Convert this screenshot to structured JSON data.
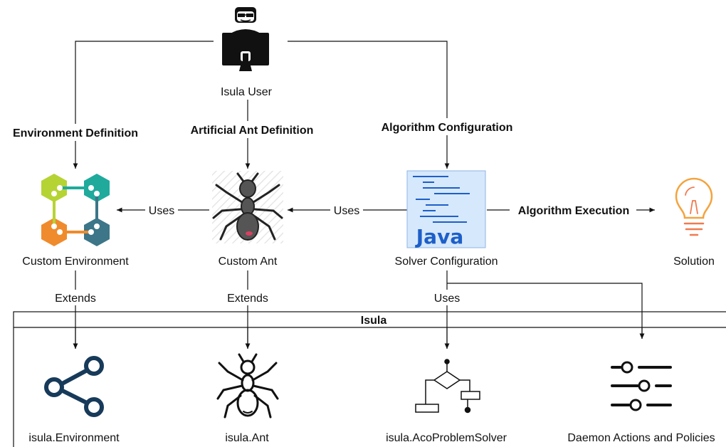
{
  "nodes": {
    "user": {
      "label": "Isula User"
    },
    "custom_environment": {
      "label": "Custom Environment"
    },
    "custom_ant": {
      "label": "Custom Ant"
    },
    "solver_configuration": {
      "label": "Solver Configuration",
      "java_text": "Java"
    },
    "solution": {
      "label": "Solution"
    },
    "isula_environment": {
      "label": "isula.Environment"
    },
    "isula_ant": {
      "label": "isula.Ant"
    },
    "isula_solver": {
      "label": "isula.AcoProblemSolver"
    },
    "daemon_actions": {
      "label": "Daemon Actions and Policies"
    }
  },
  "edges": {
    "environment_definition": "Environment Definition",
    "ant_definition": "Artificial Ant Definition",
    "algorithm_configuration": "Algorithm Configuration",
    "algorithm_execution": "Algorithm Execution",
    "ant_uses_environment": "Uses",
    "solver_uses_ant": "Uses",
    "environment_extends": "Extends",
    "ant_extends": "Extends",
    "solver_uses_isula": "Uses"
  },
  "container": {
    "title": "Isula"
  },
  "colors": {
    "hex_yellow_green": "#b6d334",
    "hex_teal": "#1faa9c",
    "hex_orange": "#ef8b2c",
    "hex_slate": "#3c7688",
    "java_blue": "#1d5fc9",
    "java_bg": "#d6e8fb",
    "bulb_orange": "#f07a4f",
    "share_navy": "#173a5a"
  }
}
